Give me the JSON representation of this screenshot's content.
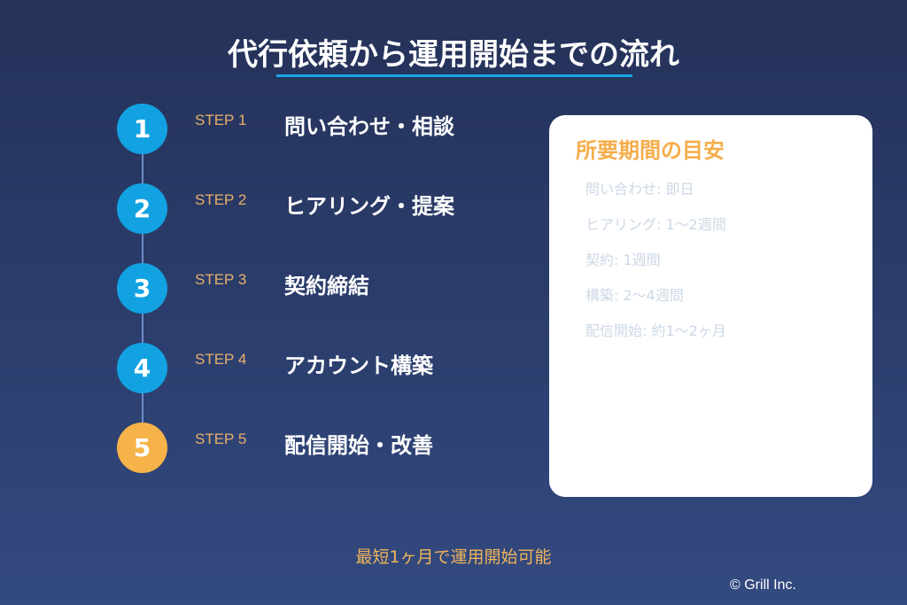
{
  "title": "代行依頼から運用開始までの流れ",
  "steps": [
    {
      "num": "1",
      "label": "STEP 1",
      "name": "問い合わせ・相談"
    },
    {
      "num": "2",
      "label": "STEP 2",
      "name": "ヒアリング・提案"
    },
    {
      "num": "3",
      "label": "STEP 3",
      "name": "契約締結"
    },
    {
      "num": "4",
      "label": "STEP 4",
      "name": "アカウント構築"
    },
    {
      "num": "5",
      "label": "STEP 5",
      "name": "配信開始・改善"
    }
  ],
  "card": {
    "title": "所要期間の目安",
    "items": [
      "問い合わせ: 即日",
      "ヒアリング: 1〜2週間",
      "契約: 1週間",
      "構築: 2〜4週間",
      "配信開始: 約1〜2ヶ月"
    ]
  },
  "footer": "最短1ヶ月で運用開始可能",
  "copyright": "© Grill Inc.",
  "colors": {
    "accent": "#12a2e2",
    "highlight": "#f6b34a"
  }
}
